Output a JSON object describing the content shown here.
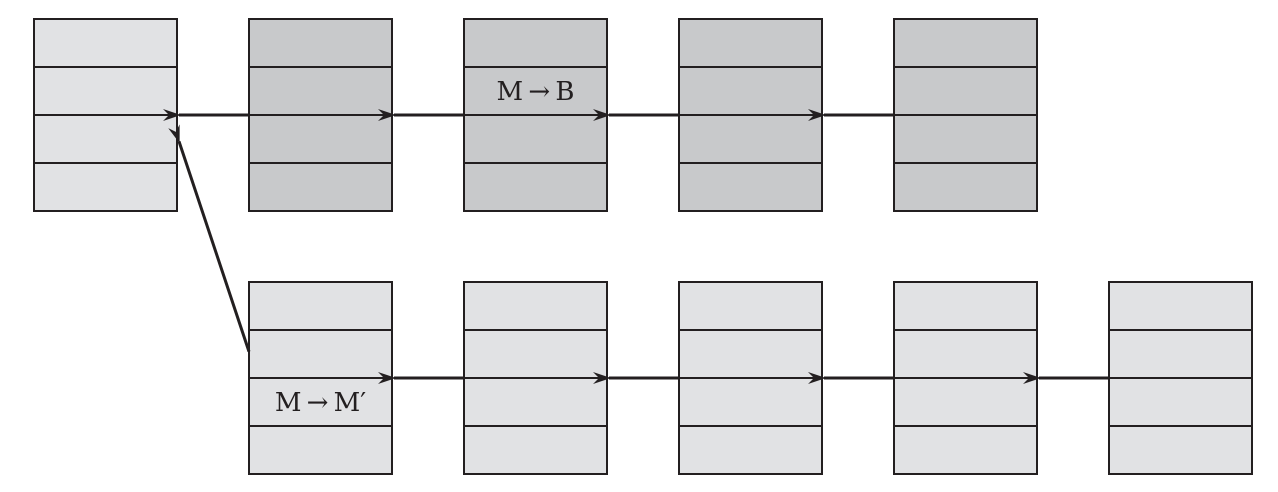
{
  "colors": {
    "dark_fill": "#c8c9cb",
    "light_fill": "#e1e2e4",
    "stroke": "#231f20"
  },
  "top_row": {
    "blocks": [
      {
        "shade": "light",
        "cells": [
          "",
          "",
          "",
          ""
        ]
      },
      {
        "shade": "dark",
        "cells": [
          "",
          "",
          "",
          ""
        ]
      },
      {
        "shade": "dark",
        "cells": [
          "",
          "M → B",
          "",
          ""
        ]
      },
      {
        "shade": "dark",
        "cells": [
          "",
          "",
          "",
          ""
        ]
      },
      {
        "shade": "dark",
        "cells": [
          "",
          "",
          "",
          ""
        ]
      }
    ]
  },
  "bottom_row": {
    "blocks": [
      {
        "shade": "light",
        "cells": [
          "",
          "",
          "M → M′",
          ""
        ]
      },
      {
        "shade": "light",
        "cells": [
          "",
          "",
          "",
          ""
        ]
      },
      {
        "shade": "light",
        "cells": [
          "",
          "",
          "",
          ""
        ]
      },
      {
        "shade": "light",
        "cells": [
          "",
          "",
          "",
          ""
        ]
      },
      {
        "shade": "light",
        "cells": [
          "",
          "",
          "",
          ""
        ]
      }
    ]
  }
}
